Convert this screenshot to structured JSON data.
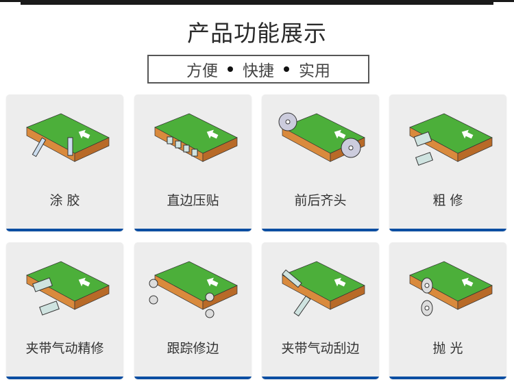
{
  "header": {
    "title": "产品功能展示",
    "subtitle": [
      "方便",
      "快捷",
      "实用"
    ]
  },
  "cards": [
    {
      "label": "涂 胶",
      "icon": "glue-icon"
    },
    {
      "label": "直边压贴",
      "icon": "press-rollers-icon"
    },
    {
      "label": "前后齐头",
      "icon": "saw-blades-icon"
    },
    {
      "label": "粗 修",
      "icon": "rough-trim-icon"
    },
    {
      "label": "夹带气动精修",
      "icon": "fine-trim-icon"
    },
    {
      "label": "跟踪修边",
      "icon": "tracking-trim-icon"
    },
    {
      "label": "夹带气动刮边",
      "icon": "scraping-icon"
    },
    {
      "label": "抛 光",
      "icon": "polishing-icon"
    }
  ],
  "colors": {
    "accent": "#0b4ea2",
    "board": "#4caf3a",
    "edge": "#d98a3d",
    "card": "#ededed"
  }
}
